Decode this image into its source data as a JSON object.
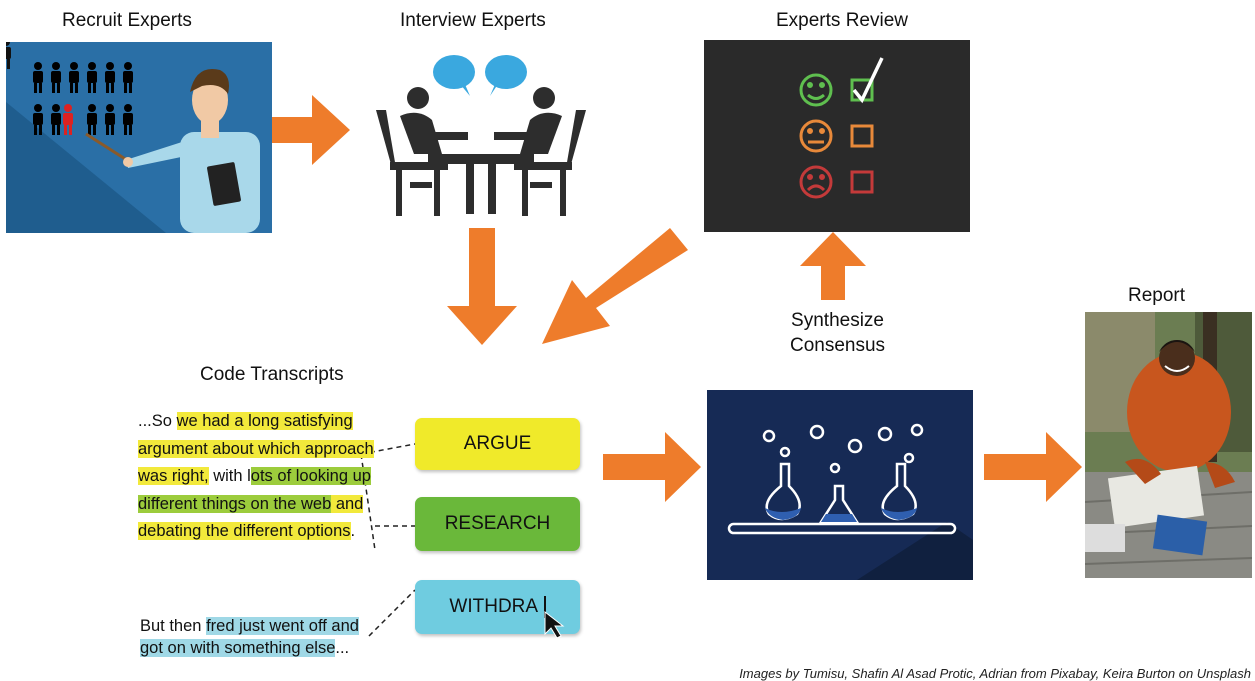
{
  "steps": {
    "recruit": "Recruit Experts",
    "interview": "Interview Experts",
    "review": "Experts Review",
    "code": "Code Transcripts",
    "synthesize_line1": "Synthesize",
    "synthesize_line2": "Consensus",
    "report": "Report"
  },
  "transcript": {
    "quote1": {
      "p1": "...So ",
      "p2": "we had a long satisfying argument about which approach was right,",
      "p3": " with l",
      "p4": "ots of looking up different things on the web",
      "p5": " and debating the different options",
      "p6": "."
    },
    "quote2": {
      "p1": "But then ",
      "p2": "fred just went off and got on with something else",
      "p3": "..."
    }
  },
  "codes": [
    {
      "label": "ARGUE",
      "color": "#f0ea2a"
    },
    {
      "label": "RESEARCH",
      "color": "#6ab83a"
    },
    {
      "label": "WITHDRA",
      "color": "#6fcce0"
    }
  ],
  "colors": {
    "arrow": "#ee7c2b",
    "recruit_bg": "#1f5d8e",
    "chalkboard": "#222222",
    "lab_bg": "#162a55"
  },
  "credit": "Images by Tumisu, Shafin Al Asad Protic, Adrian from Pixabay, Keira Burton on Unsplash"
}
